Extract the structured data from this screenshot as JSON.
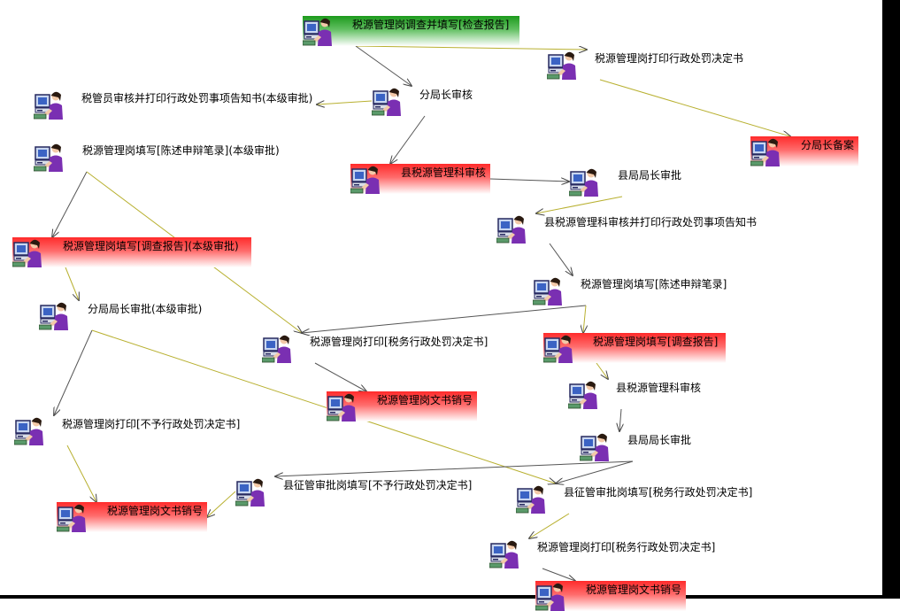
{
  "nodes": [
    {
      "id": "n1",
      "label": "税源管理岗调查并填写[检查报告]",
      "style": "green"
    },
    {
      "id": "n2",
      "label": "税源管理岗打印行政处罚决定书",
      "style": "plain"
    },
    {
      "id": "n3",
      "label": "分局长审核",
      "style": "plain"
    },
    {
      "id": "n4",
      "label": "税管员审核并打印行政处罚事项告知书(本级审批)",
      "style": "plain"
    },
    {
      "id": "n5",
      "label": "分局长备案",
      "style": "red"
    },
    {
      "id": "n6",
      "label": "税源管理岗填写[陈述申辩笔录](本级审批)",
      "style": "plain"
    },
    {
      "id": "n7",
      "label": "县税源管理科审核",
      "style": "red"
    },
    {
      "id": "n8",
      "label": "县局局长审批",
      "style": "plain"
    },
    {
      "id": "n9",
      "label": "县税源管理科审核并打印行政处罚事项告知书",
      "style": "plain"
    },
    {
      "id": "n10",
      "label": "税源管理岗填写[调查报告](本级审批)",
      "style": "red"
    },
    {
      "id": "n11",
      "label": "税源管理岗填写[陈述申辩笔录]",
      "style": "plain"
    },
    {
      "id": "n12",
      "label": "分局局长审批(本级审批)",
      "style": "plain"
    },
    {
      "id": "n13",
      "label": "税源管理岗打印[税务行政处罚决定书]",
      "style": "plain"
    },
    {
      "id": "n14",
      "label": "税源管理岗填写[调查报告]",
      "style": "red"
    },
    {
      "id": "n15",
      "label": "税源管理岗文书销号",
      "style": "red"
    },
    {
      "id": "n16",
      "label": "县税源管理科审核",
      "style": "plain"
    },
    {
      "id": "n17",
      "label": "税源管理岗打印[不予行政处罚决定书]",
      "style": "plain"
    },
    {
      "id": "n18",
      "label": "县局局长审批",
      "style": "plain"
    },
    {
      "id": "n19",
      "label": "县征管审批岗填写[不予行政处罚决定书]",
      "style": "plain"
    },
    {
      "id": "n20",
      "label": "县征管审批岗填写[税务行政处罚决定书]",
      "style": "plain"
    },
    {
      "id": "n21",
      "label": "税源管理岗文书销号",
      "style": "red"
    },
    {
      "id": "n22",
      "label": "税源管理岗打印[税务行政处罚决定书]",
      "style": "plain"
    },
    {
      "id": "n23",
      "label": "税源管理岗文书销号",
      "style": "red"
    }
  ],
  "edges": [
    [
      "n1",
      "n2"
    ],
    [
      "n1",
      "n3"
    ],
    [
      "n3",
      "n4"
    ],
    [
      "n3",
      "n7"
    ],
    [
      "n2",
      "n5"
    ],
    [
      "n6",
      "n10"
    ],
    [
      "n6",
      "n13"
    ],
    [
      "n7",
      "n8"
    ],
    [
      "n8",
      "n9"
    ],
    [
      "n9",
      "n11"
    ],
    [
      "n10",
      "n12"
    ],
    [
      "n11",
      "n13"
    ],
    [
      "n11",
      "n14"
    ],
    [
      "n12",
      "n17"
    ],
    [
      "n12",
      "n20"
    ],
    [
      "n13",
      "n15"
    ],
    [
      "n14",
      "n16"
    ],
    [
      "n16",
      "n18"
    ],
    [
      "n17",
      "n21"
    ],
    [
      "n18",
      "n19"
    ],
    [
      "n19",
      "n21"
    ],
    [
      "n18",
      "n20"
    ],
    [
      "n20",
      "n22"
    ],
    [
      "n22",
      "n23"
    ]
  ]
}
